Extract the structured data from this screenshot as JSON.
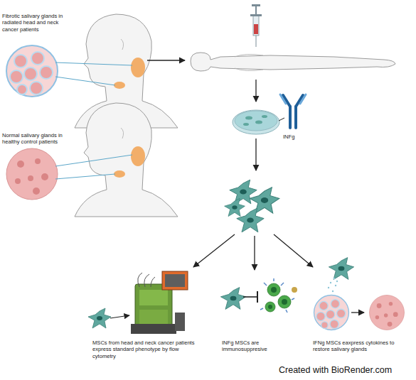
{
  "diagram": {
    "labels": [
      "Fibrotic salivary glands in radiated head and neck cancer patients",
      "Normal salivary glands in healthy control patients",
      "INFg",
      "MSCs from head and neck cancer patients express standard phenotype by flow cytometry",
      "INFg MSCs are immunosuppresive",
      "IFNg MSCs eaxpress cytokines to restore salivary glands",
      "Created with BioRender.com"
    ]
  }
}
